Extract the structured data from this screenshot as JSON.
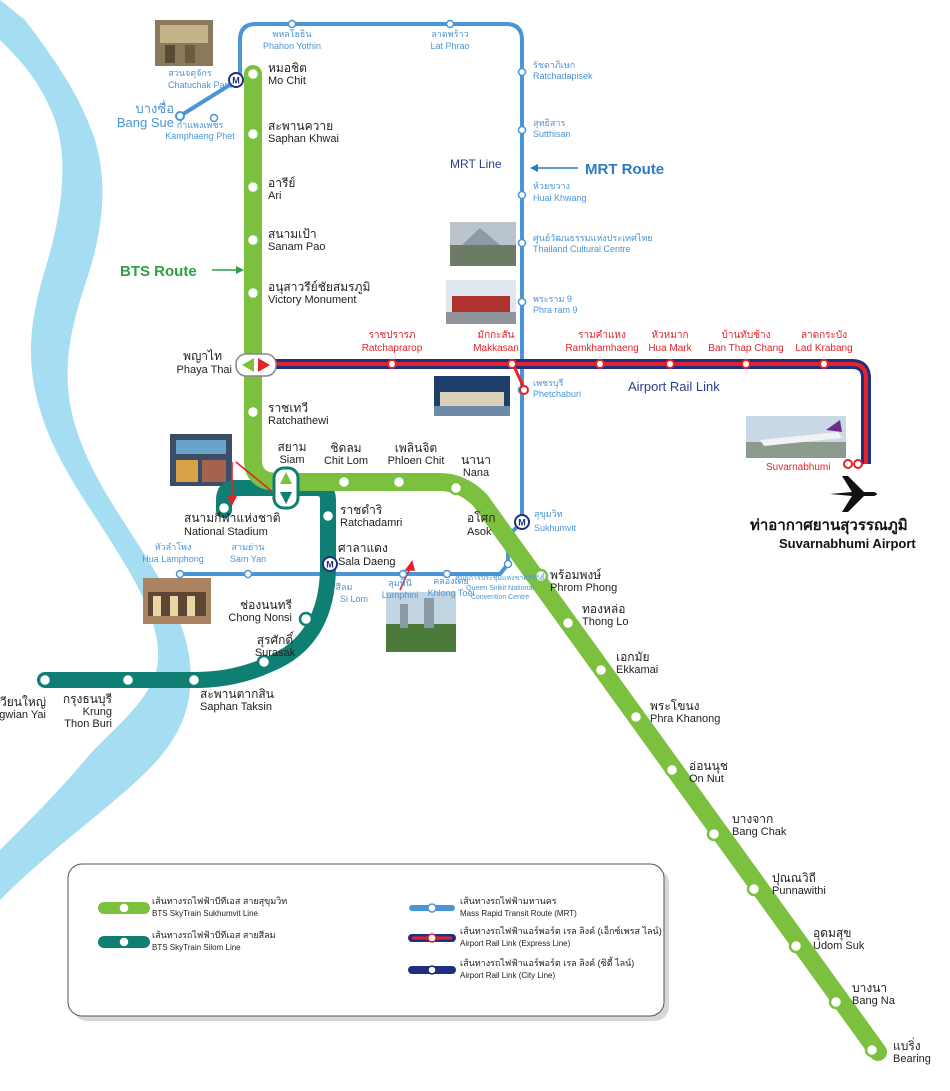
{
  "annotations": {
    "bts_route": "BTS Route",
    "mrt_route": "MRT Route",
    "mrt_line": "MRT Line",
    "airport_rail_link": "Airport Rail Link",
    "airport_thai": "ท่าอากาศยานสุวรรณภูมิ",
    "airport_en": "Suvarnabhumi Airport"
  },
  "colors": {
    "river": "#9fdcf0",
    "sukhumvit": "#7bc13f",
    "silom": "#0e7f72",
    "mrt": "#4a95d6",
    "arl_express": "#e52229",
    "arl_city": "#1e2f7f"
  },
  "stations": {
    "mo_chit": {
      "th": "หมอชิต",
      "en": "Mo Chit"
    },
    "saphan_khwai": {
      "th": "สะพานควาย",
      "en": "Saphan Khwai"
    },
    "ari": {
      "th": "อารีย์",
      "en": "Ari"
    },
    "sanam_pao": {
      "th": "สนามเป้า",
      "en": "Sanam Pao"
    },
    "victory": {
      "th": "อนุสาวรีย์ชัยสมรภูมิ",
      "en": "Victory Monument"
    },
    "phaya_thai": {
      "th": "พญาไท",
      "en": "Phaya Thai"
    },
    "ratchathewi": {
      "th": "ราชเทวี",
      "en": "Ratchathewi"
    },
    "siam": {
      "th": "สยาม",
      "en": "Siam"
    },
    "chit_lom": {
      "th": "ชิดลม",
      "en": "Chit Lom"
    },
    "phloen_chit": {
      "th": "เพลินจิต",
      "en": "Phloen Chit"
    },
    "nana": {
      "th": "นานา",
      "en": "Nana"
    },
    "asok": {
      "th": "อโศก",
      "en": "Asok"
    },
    "phrom_phong": {
      "th": "พร้อมพงษ์",
      "en": "Phrom Phong"
    },
    "thong_lo": {
      "th": "ทองหล่อ",
      "en": "Thong Lo"
    },
    "ekkamai": {
      "th": "เอกมัย",
      "en": "Ekkamai"
    },
    "phra_khanong": {
      "th": "พระโขนง",
      "en": "Phra Khanong"
    },
    "on_nut": {
      "th": "อ่อนนุช",
      "en": "On Nut"
    },
    "bang_chak": {
      "th": "บางจาก",
      "en": "Bang Chak"
    },
    "punnawithi": {
      "th": "ปุณณวิถี",
      "en": "Punnawithi"
    },
    "udom_suk": {
      "th": "อุดมสุข",
      "en": "Udom Suk"
    },
    "bang_na": {
      "th": "บางนา",
      "en": "Bang Na"
    },
    "bearing": {
      "th": "แบริ่ง",
      "en": "Bearing"
    },
    "national_stadium": {
      "th": "สนามกีฬาแห่งชาติ",
      "en": "National Stadium"
    },
    "ratchadamri": {
      "th": "ราชดำริ",
      "en": "Ratchadamri"
    },
    "sala_daeng": {
      "th": "ศาลาแดง",
      "en": "Sala Daeng"
    },
    "chong_nonsi": {
      "th": "ช่องนนทรี",
      "en": "Chong Nonsi"
    },
    "surasak": {
      "th": "สุรศักดิ์",
      "en": "Surasak"
    },
    "saphan_taksin": {
      "th": "สะพานตากสิน",
      "en": "Saphan Taksin"
    },
    "krung_thon_buri": {
      "th": "กรุงธนบุรี",
      "en1": "Krung",
      "en2": "Thon Buri"
    },
    "wongwian_yai": {
      "th": "วงเวียนใหญ่",
      "en": "Wongwian Yai"
    },
    "chatuchak_park": {
      "th": "สวนจตุจักร",
      "en": "Chatuchak Park"
    },
    "phahon_yothin": {
      "th": "พหลโยธิน",
      "en": "Phahon Yothin"
    },
    "lat_phrao": {
      "th": "ลาดพร้าว",
      "en": "Lat Phrao"
    },
    "ratchadapisek": {
      "th": "รัชดาภิเษก",
      "en": "Ratchadapisek"
    },
    "sutthisan": {
      "th": "สุทธิสาร",
      "en": "Sutthisan"
    },
    "huai_khwang": {
      "th": "ห้วยขวาง",
      "en": "Huai Khwang"
    },
    "thailand_cultural": {
      "th": "ศูนย์วัฒนธรรมแห่งประเทศไทย",
      "en": "Thailand Cultural Centre"
    },
    "phra_ram_9": {
      "th": "พระราม 9",
      "en": "Phra ram 9"
    },
    "phetchaburi": {
      "th": "เพชรบุรี",
      "en": "Phetchaburi"
    },
    "sukhumvit": {
      "th": "สุขุมวิท",
      "en": "Sukhumvit"
    },
    "qsncc": {
      "th": "ศูนย์การประชุมแห่งชาติสิริกิติ์",
      "en1": "Queen Sirikit National",
      "en2": "Convention Centre"
    },
    "khlong_toei": {
      "th": "คลองเตย",
      "en": "Khlong Toei"
    },
    "lumphini": {
      "th": "ลุมพินี",
      "en": "Lumphini"
    },
    "si_lom": {
      "th": "สีลม",
      "en": "Si Lom"
    },
    "sam_yan": {
      "th": "สามย่าน",
      "en": "Sam Yan"
    },
    "hua_lamphong": {
      "th": "หัวลำโพง",
      "en": "Hua Lamphong"
    },
    "bang_sue": {
      "th": "บางซื่อ",
      "en": "Bang Sue"
    },
    "kamphaeng_phet": {
      "th": "กำแพงเพชร",
      "en": "Kamphaeng Phet"
    },
    "ratchaprarop": {
      "th": "ราชปรารภ",
      "en": "Ratchaprarop"
    },
    "makkasan": {
      "th": "มักกะสัน",
      "en": "Makkasan"
    },
    "ramkhamhaeng": {
      "th": "รามคำแหง",
      "en": "Ramkhamhaeng"
    },
    "hua_mark": {
      "th": "หัวหมาก",
      "en": "Hua Mark"
    },
    "ban_thap_chang": {
      "th": "บ้านทับช้าง",
      "en": "Ban Thap Chang"
    },
    "lad_krabang": {
      "th": "ลาดกระบัง",
      "en": "Lad Krabang"
    },
    "suvarnabhumi": {
      "en": "Suvarnabhumi"
    }
  },
  "legend": {
    "sukhumvit": {
      "th": "เส้นทางรถไฟฟ้าบีทีเอส สายสุขุมวิท",
      "en": "BTS SkyTrain Sukhumvit Line"
    },
    "silom": {
      "th": "เส้นทางรถไฟฟ้าบีทีเอส สายสีลม",
      "en": "BTS SkyTrain Silom Line"
    },
    "mrt": {
      "th": "เส้นทางรถไฟฟ้ามหานคร",
      "en": "Mass Rapid Transit Route (MRT)"
    },
    "arl_express": {
      "th": "เส้นทางรถไฟฟ้าแอร์พอร์ต เรล ลิงค์ (เอ็กซ์เพรส ไลน์)",
      "en": "Airport Rail Link (Express Line)"
    },
    "arl_city": {
      "th": "เส้นทางรถไฟฟ้าแอร์พอร์ต เรล ลิงค์ (ซิตี้ ไลน์)",
      "en": "Airport Rail Link (City Line)"
    }
  }
}
